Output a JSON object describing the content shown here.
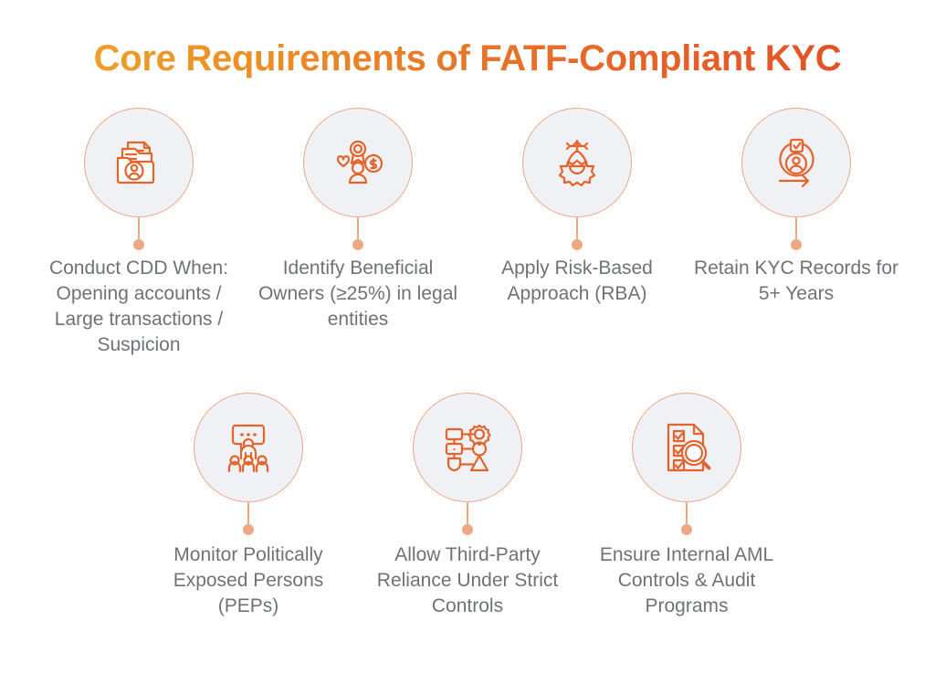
{
  "header": {
    "title": "Core Requirements of FATF-Compliant KYC",
    "title_gradient_from": "#EDA92B",
    "title_gradient_to": "#E14A24"
  },
  "theme": {
    "background": "#FFFFFF",
    "circle_fill": "#F0F1F4",
    "circle_border": "#E9A688",
    "icon_stroke": "#E2642C",
    "connector": "#EEA882",
    "caption_color": "#6E7276"
  },
  "rows": [
    {
      "name": "top-row",
      "items": [
        {
          "icon": "customer-file-folder-icon",
          "caption": "Conduct CDD When: Opening accounts / Large transactions / Suspicion"
        },
        {
          "icon": "beneficial-owner-award-icon",
          "caption": "Identify Beneficial Owners (≥25%) in legal entities"
        },
        {
          "icon": "risk-gauge-gear-icon",
          "caption": "Apply Risk-Based Approach (RBA)"
        },
        {
          "icon": "record-retention-cycle-icon",
          "caption": "Retain KYC Records for 5+ Years"
        }
      ]
    },
    {
      "name": "bottom-row",
      "items": [
        {
          "icon": "politically-exposed-person-speech-icon",
          "caption": "Monitor Politically Exposed Persons (PEPs)"
        },
        {
          "icon": "third-party-flow-diagram-icon",
          "caption": "Allow Third-Party Reliance Under Strict Controls"
        },
        {
          "icon": "audit-checklist-magnifier-icon",
          "caption": "Ensure Internal AML Controls & Audit Programs"
        }
      ]
    }
  ]
}
